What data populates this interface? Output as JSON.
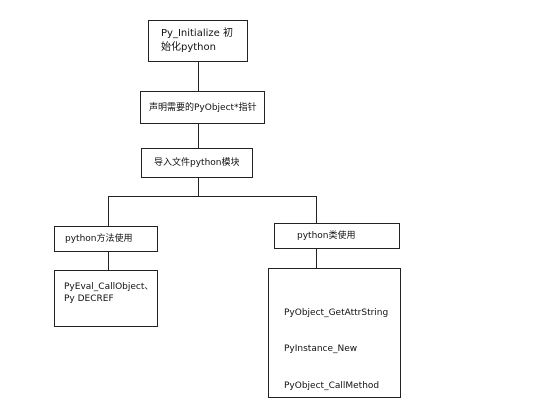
{
  "flowchart": {
    "steps": {
      "init": "Py_Initialize 初\n始化python",
      "declare": "声明需要的PyObject*指针",
      "import": "导入文件python模块",
      "method": "python方法使用",
      "class": "python类使用"
    },
    "method_detail": "PyEval_CallObject、\nPy  DECREF",
    "class_detail": [
      "PyObject_GetAttrString",
      "PyInstance_New",
      "PyObject_CallMethod"
    ]
  }
}
